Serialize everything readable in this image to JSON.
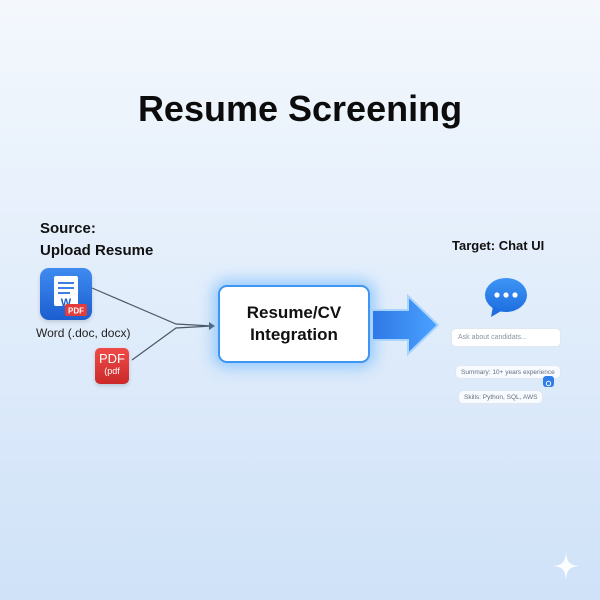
{
  "title": "Resume Screening",
  "source": {
    "label_line1": "Source:",
    "label_line2": "Upload Resume",
    "word_glyph": "W",
    "word_badge": "PDF",
    "word_caption": "Word (.doc, docx)",
    "pdf_big": "PDF",
    "pdf_small": "(pdf"
  },
  "center": {
    "line1": "Resume/CV",
    "line2": "Integration"
  },
  "target": {
    "label": "Target: Chat UI",
    "input_placeholder": "Ask about candidats...",
    "chip_summary": "Summary: 10+ years experience",
    "chip_skills": "Skills: Python, SQL, AWS"
  },
  "icons": [
    "word-document-icon",
    "pdf-file-icon",
    "chat-bubble-icon",
    "arrow-right-icon",
    "sparkle-icon"
  ],
  "colors": {
    "accent_blue": "#2e7de9",
    "glow_blue": "#5aafff",
    "pdf_red": "#e03b3b",
    "word_blue": "#1c5ed0"
  }
}
